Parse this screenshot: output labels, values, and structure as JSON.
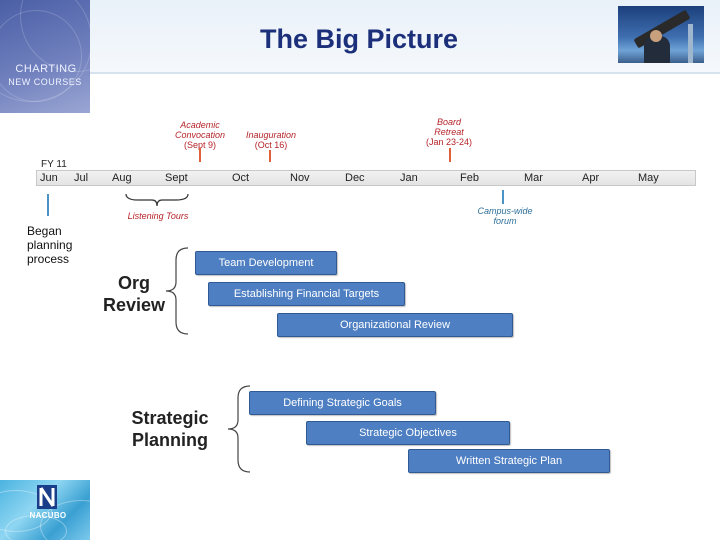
{
  "slide": {
    "title": "The Big Picture"
  },
  "logos": {
    "top_left_line1": "CHARTING",
    "top_left_line2": "NEW COURSES",
    "bottom_left": "NACUBO"
  },
  "timeline": {
    "fiscal_year_label": "FY 11",
    "months": [
      "Jun",
      "Jul",
      "Aug",
      "Sept",
      "Oct",
      "Nov",
      "Dec",
      "Jan",
      "Feb",
      "Mar",
      "Apr",
      "May"
    ],
    "events_above": [
      {
        "title": "Academic Convocation",
        "title_line1": "Academic",
        "title_line2": "Convocation",
        "date": "(Sept 9)"
      },
      {
        "title": "Inauguration",
        "date": "(Oct 16)"
      },
      {
        "title": "Board Retreat",
        "title_line1": "Board",
        "title_line2": "Retreat",
        "date": "(Jan 23-24)"
      }
    ],
    "listening_tours": "Listening Tours",
    "campus_forum_line1": "Campus-wide",
    "campus_forum_line2": "forum",
    "began_line1": "Began",
    "began_line2": "planning",
    "began_line3": "process"
  },
  "org_review": {
    "label_line1": "Org",
    "label_line2": "Review",
    "bars": [
      "Team Development",
      "Establishing Financial Targets",
      "Organizational Review"
    ]
  },
  "strategic_planning": {
    "label_line1": "Strategic",
    "label_line2": "Planning",
    "bars": [
      "Defining Strategic Goals",
      "Strategic Objectives",
      "Written Strategic Plan"
    ]
  },
  "colors": {
    "title": "#1c2f7a",
    "event_text": "#b5242a",
    "bar_fill": "#4e7fc2",
    "bar_border": "#2f5a94",
    "forum_text": "#2f6f9a"
  }
}
